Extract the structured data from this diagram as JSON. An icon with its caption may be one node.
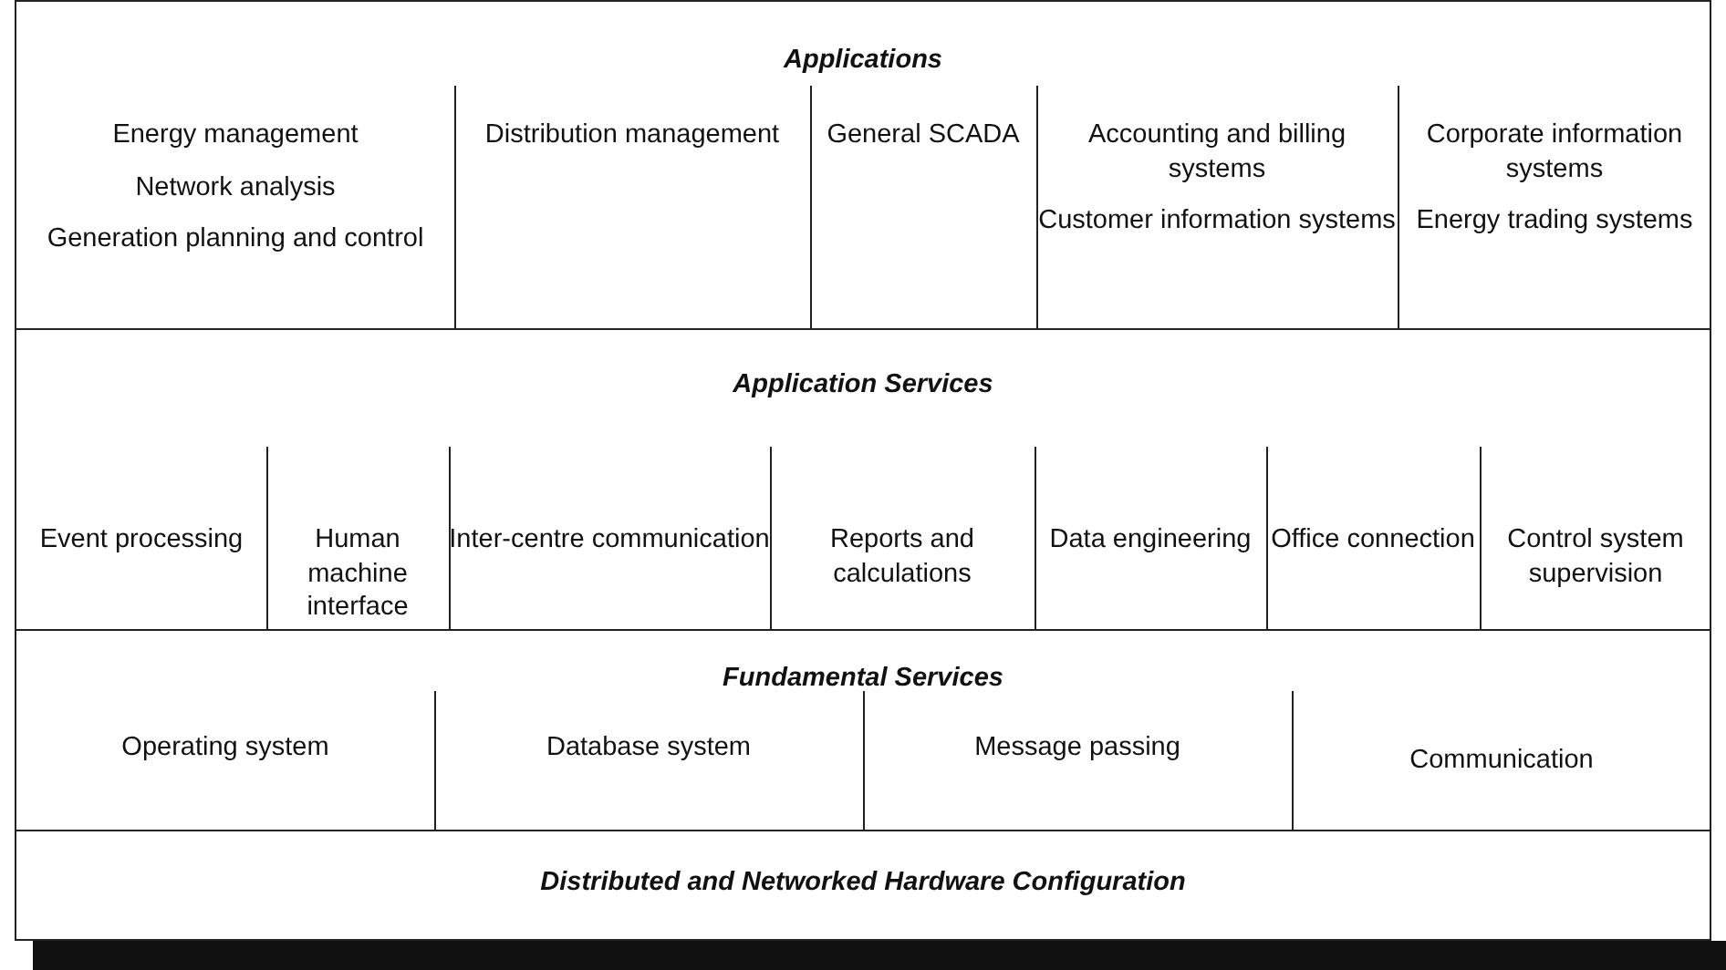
{
  "diagram": {
    "nodes": [
      {
        "text": [
          "Applications"
        ]
      },
      {
        "text": [
          "Energy management",
          "Network analysis",
          "Generation planning and control"
        ],
        "in": 0
      },
      {
        "text": [
          "Distribution management"
        ],
        "in": 0
      },
      {
        "text": [
          "General SCADA"
        ],
        "in": 0
      },
      {
        "text": [
          "Accounting and billing systems",
          "Customer information systems"
        ],
        "in": 0
      },
      {
        "text": [
          "Corporate information systems",
          "Energy trading systems"
        ],
        "in": 0
      },
      {
        "text": [
          "Application Services"
        ]
      },
      {
        "text": [
          "Event processing"
        ],
        "in": 6
      },
      {
        "text": [
          "Human machine interface"
        ],
        "in": 6
      },
      {
        "text": [
          "Inter-centre communication"
        ],
        "in": 6
      },
      {
        "text": [
          "Reports and calculations"
        ],
        "in": 6
      },
      {
        "text": [
          "Data engineering"
        ],
        "in": 6
      },
      {
        "text": [
          "Office connection"
        ],
        "in": 6
      },
      {
        "text": [
          "Control system supervision"
        ],
        "in": 6
      },
      {
        "text": [
          "Fundamental Services"
        ]
      },
      {
        "text": [
          "Operating system"
        ],
        "in": 14
      },
      {
        "text": [
          "Database system"
        ],
        "in": 14
      },
      {
        "text": [
          "Message passing"
        ],
        "in": 14
      },
      {
        "text": [
          "Communication"
        ],
        "in": 14
      },
      {
        "text": [
          "Distributed and Networked Hardware Configuration"
        ]
      }
    ]
  }
}
